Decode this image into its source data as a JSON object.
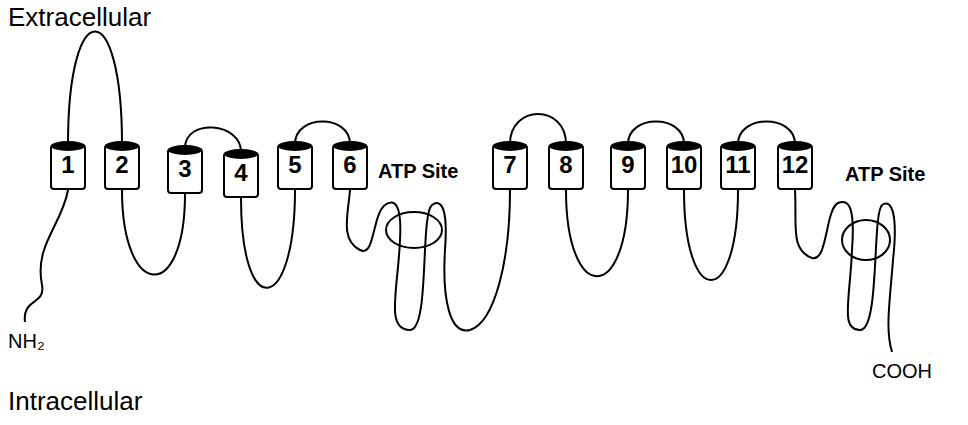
{
  "diagram": {
    "nodes": [
      {
        "text": [
          "1"
        ]
      },
      {
        "text": [
          "2"
        ]
      },
      {
        "text": [
          "3"
        ]
      },
      {
        "text": [
          "4"
        ]
      },
      {
        "text": [
          "5"
        ]
      },
      {
        "text": [
          "6"
        ]
      },
      {
        "text": [
          "7"
        ]
      },
      {
        "text": [
          "8"
        ]
      },
      {
        "text": [
          "9"
        ]
      },
      {
        "text": [
          "10"
        ]
      },
      {
        "text": [
          "11"
        ]
      },
      {
        "text": [
          "12"
        ]
      }
    ],
    "edges": [
      {
        "from": 0,
        "to": 1,
        "arrow": "none"
      },
      {
        "from": 1,
        "to": 2,
        "arrow": "none"
      },
      {
        "from": 2,
        "to": 3,
        "arrow": "none"
      },
      {
        "from": 3,
        "to": 4,
        "arrow": "none"
      },
      {
        "from": 4,
        "to": 5,
        "arrow": "none"
      },
      {
        "from": 5,
        "to": 6,
        "arrow": "none"
      },
      {
        "from": 6,
        "to": 7,
        "arrow": "none"
      },
      {
        "from": 7,
        "to": 8,
        "arrow": "none"
      },
      {
        "from": 8,
        "to": 9,
        "arrow": "none"
      },
      {
        "from": 9,
        "to": 10,
        "arrow": "none"
      },
      {
        "from": 10,
        "to": 11,
        "arrow": "none"
      }
    ],
    "labels": [
      "Extracellular",
      "ATP Site",
      "ATP Site",
      "NH₂",
      "COOH",
      "Intracellular"
    ]
  }
}
